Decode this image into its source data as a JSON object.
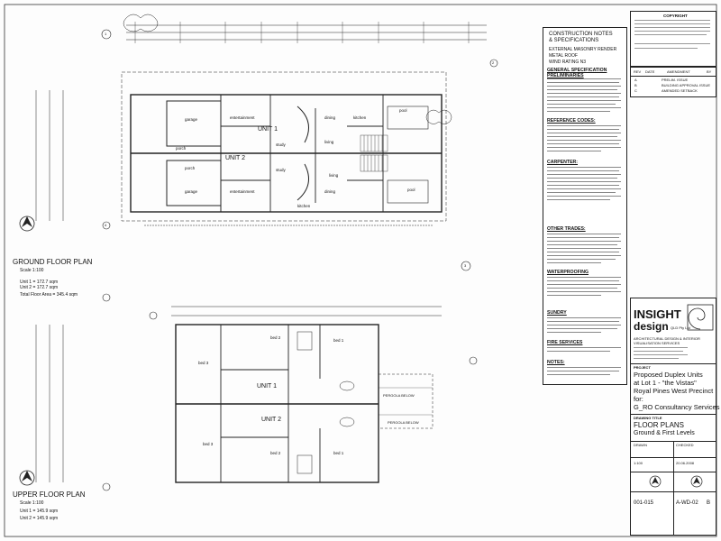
{
  "ground_plan": {
    "title": "GROUND FLOOR PLAN",
    "scale": "Scale 1:100",
    "unit1_area": "Unit 1  =  172.7 sqm",
    "unit2_area": "Unit 2  =  172.7 sqm",
    "total_area": "Total Floor Area  =  345.4 sqm",
    "unit1_label": "UNIT 1",
    "unit2_label": "UNIT 2",
    "rooms": {
      "garage1": "garage",
      "garage2": "garage",
      "entertainment1": "entertainment",
      "entertainment2": "entertainment",
      "dining1": "dining",
      "dining2": "dining",
      "living1": "living",
      "living2": "living",
      "kitchen1": "kitchen",
      "kitchen2": "kitchen",
      "study1": "study",
      "study2": "study",
      "porch1": "porch",
      "porch2": "porch",
      "pool1": "pool",
      "pool2": "pool"
    }
  },
  "upper_plan": {
    "title": "UPPER FLOOR PLAN",
    "scale": "Scale 1:100",
    "unit1_area": "Unit 1  =  145.9 sqm",
    "unit2_area": "Unit 2  =  145.9 sqm",
    "unit1_label": "UNIT 1",
    "unit2_label": "UNIT 2",
    "pergola1": "PERGOLA BELOW",
    "pergola2": "PERGOLA BELOW",
    "rooms": {
      "bed2a": "bed 2",
      "bed3a": "bed 3",
      "bed1a": "bed 1",
      "bed2b": "bed 2",
      "bed3b": "bed 3",
      "bed1b": "bed 1"
    }
  },
  "notes": {
    "heading1": "CONSTRUCTION NOTES",
    "heading2": "& SPECIFICATIONS",
    "spec1": "EXTERNAL MASONRY RENDER",
    "spec2": "METAL ROOF",
    "spec3": "WIND RATING  N3",
    "sections": [
      "GENERAL SPECIFICATION PRELIMINARIES",
      "REFERENCE CODES:",
      "CARPENTER:",
      "OTHER TRADES:",
      "WATERPROOFING",
      "SUNDRY",
      "FIRE SERVICES",
      "NOTES:"
    ]
  },
  "title_block": {
    "copyright": "COPYRIGHT",
    "rev_headers": [
      "REV",
      "DATE",
      "AMENDMENT",
      "BY"
    ],
    "rev_rows": [
      [
        "A",
        "",
        "PRELIM. ISSUE",
        ""
      ],
      [
        "B",
        "",
        "BUILDING APPROVAL ISSUE",
        ""
      ],
      [
        "C",
        "",
        "AMENDED SETBACK",
        ""
      ]
    ],
    "company": "INSIGHT",
    "company2": "design",
    "company_suffix": "QLD Pty Ltd",
    "services1": "ARCHITECTURAL DESIGN & INTERIOR",
    "services2": "VISUALISATION SERVICES",
    "project_label": "PROJECT",
    "project1": "Proposed Duplex Units",
    "project2": "at Lot 1 - \"the Vistas\"",
    "project3": "Royal Pines West Precinct",
    "for_label": "for:",
    "client": "G_RO Consultancy Services",
    "drawing_title_label": "DRAWING TITLE",
    "drawing_title1": "FLOOR PLANS",
    "drawing_title2": "Ground & First Levels",
    "drawn_label": "DRAWN",
    "checked_label": "CHECKED",
    "scale_val": "1:100",
    "date_val": "20.06.2008",
    "job_no": "001-015",
    "drawing_no": "A-WD-02",
    "issue": "B"
  },
  "grid_markers": [
    "1",
    "2",
    "3",
    "4"
  ]
}
